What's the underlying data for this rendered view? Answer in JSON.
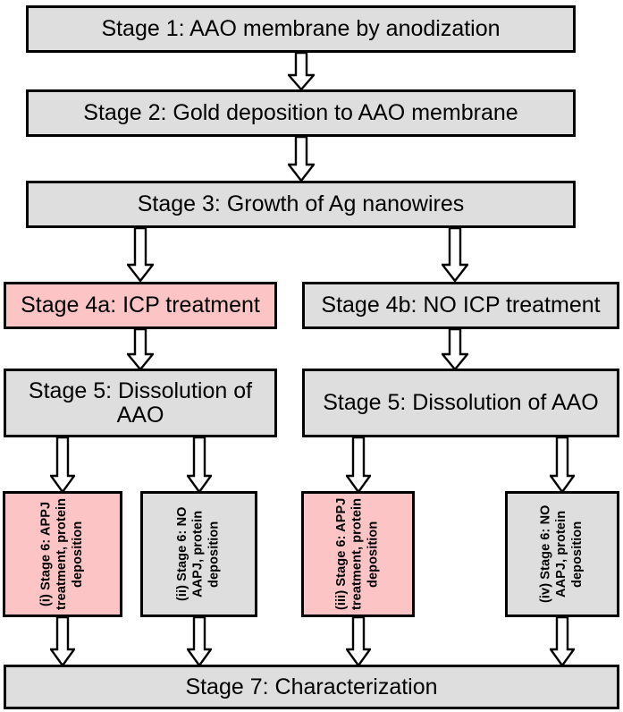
{
  "diagram": {
    "title": "Nanowire fabrication process flowchart",
    "colors": {
      "highlight": "#fcc4c4",
      "neutral": "#dedede",
      "outline": "#000000",
      "background": "#ffffff"
    },
    "nodes": [
      {
        "id": "stage1",
        "text": "Stage 1: AAO membrane by anodization",
        "highlighted": false
      },
      {
        "id": "stage2",
        "text": "Stage 2: Gold deposition to AAO membrane",
        "highlighted": false
      },
      {
        "id": "stage3",
        "text": "Stage 3: Growth of Ag nanowires",
        "highlighted": false
      },
      {
        "id": "stage4a",
        "text": "Stage 4a: ICP treatment",
        "highlighted": true
      },
      {
        "id": "stage4b",
        "text": "Stage 4b: NO ICP treatment",
        "highlighted": false
      },
      {
        "id": "stage5-left",
        "text": "Stage 5: Dissolution of AAO",
        "highlighted": false
      },
      {
        "id": "stage5-right",
        "text": "Stage 5: Dissolution of AAO",
        "highlighted": false
      },
      {
        "id": "stage6-i",
        "text": "(i)  Stage 6: APPJ treatment, protein deposition",
        "marker": "(i)",
        "highlighted": true
      },
      {
        "id": "stage6-ii",
        "text": "(ii)  Stage 6: NO AAPJ, protein deposition",
        "marker": "(ii)",
        "highlighted": false
      },
      {
        "id": "stage6-iii",
        "text": "(iii)  Stage 6: APPJ treatment, protein deposition",
        "marker": "(iii)",
        "highlighted": true
      },
      {
        "id": "stage6-iv",
        "text": "(iv)  Stage 6: NO AAPJ, protein deposition",
        "marker": "(iv)",
        "highlighted": false
      },
      {
        "id": "stage7",
        "text": "Stage 7: Characterization",
        "highlighted": false
      }
    ],
    "connectors": [
      {
        "id": "arrow-1-2",
        "from": "stage1",
        "to": "stage2"
      },
      {
        "id": "arrow-2-3",
        "from": "stage2",
        "to": "stage3"
      },
      {
        "id": "arrow-3-4a",
        "from": "stage3",
        "to": "stage4a"
      },
      {
        "id": "arrow-3-4b",
        "from": "stage3",
        "to": "stage4b"
      },
      {
        "id": "arrow-4a-5l",
        "from": "stage4a",
        "to": "stage5-left"
      },
      {
        "id": "arrow-4b-5r",
        "from": "stage4b",
        "to": "stage5-right"
      },
      {
        "id": "arrow-5l-i",
        "from": "stage5-left",
        "to": "stage6-i"
      },
      {
        "id": "arrow-5l-ii",
        "from": "stage5-left",
        "to": "stage6-ii"
      },
      {
        "id": "arrow-5r-iii",
        "from": "stage5-right",
        "to": "stage6-iii"
      },
      {
        "id": "arrow-5r-iv",
        "from": "stage5-right",
        "to": "stage6-iv"
      },
      {
        "id": "arrow-i-7",
        "from": "stage6-i",
        "to": "stage7"
      },
      {
        "id": "arrow-ii-7",
        "from": "stage6-ii",
        "to": "stage7"
      },
      {
        "id": "arrow-iii-7",
        "from": "stage6-iii",
        "to": "stage7"
      },
      {
        "id": "arrow-iv-7",
        "from": "stage6-iv",
        "to": "stage7"
      }
    ]
  }
}
